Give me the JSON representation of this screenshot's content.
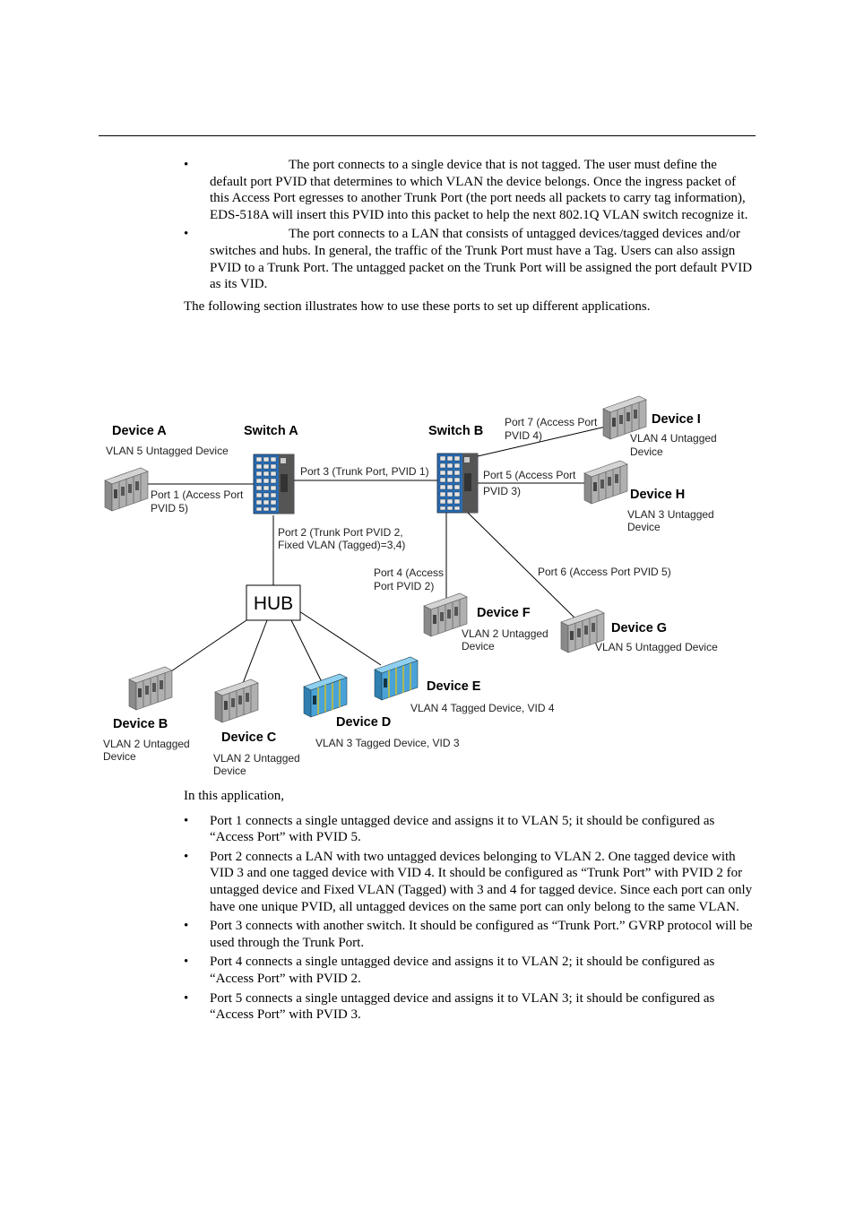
{
  "intro_bullets": [
    {
      "term": "",
      "text": "The port connects to a single device that is not tagged. The user must define the default port PVID that determines to which VLAN the device belongs. Once the ingress packet of this Access Port egresses to another Trunk Port (the port needs all packets to carry tag information), EDS-518A will insert this PVID into this packet to help the next 802.1Q VLAN switch recognize it."
    },
    {
      "term": "",
      "text": "The port connects to a LAN that consists of untagged devices/tagged devices and/or switches and hubs. In general, the traffic of the Trunk Port must have a Tag. Users can also assign PVID to a Trunk Port. The untagged packet on the Trunk Port will be assigned the port default PVID as its VID."
    }
  ],
  "intro_paragraph": "The following section illustrates how to use these ports to set up different applications.",
  "diagram": {
    "switch_a": "Switch A",
    "switch_b": "Switch B",
    "hub": "HUB",
    "devices": {
      "a": {
        "name": "Device A",
        "desc": "VLAN 5 Untagged Device"
      },
      "b": {
        "name": "Device B",
        "desc1": "VLAN 2 Untagged",
        "desc2": "Device"
      },
      "c": {
        "name": "Device C",
        "desc1": "VLAN 2 Untagged",
        "desc2": "Device"
      },
      "d": {
        "name": "Device D",
        "desc": "VLAN 3 Tagged Device, VID 3"
      },
      "e": {
        "name": "Device E",
        "desc": "VLAN 4 Tagged Device, VID 4"
      },
      "f": {
        "name": "Device F",
        "desc1": "VLAN 2 Untagged",
        "desc2": "Device"
      },
      "g": {
        "name": "Device G",
        "desc": "VLAN 5 Untagged Device"
      },
      "h": {
        "name": "Device H",
        "desc1": "VLAN 3 Untagged",
        "desc2": "Device"
      },
      "i": {
        "name": "Device I",
        "desc1": "VLAN 4 Untagged",
        "desc2": "Device"
      }
    },
    "ports": {
      "p1": [
        "Port 1 (Access Port",
        "PVID 5)"
      ],
      "p2": [
        "Port 2 (Trunk Port PVID 2,",
        "Fixed VLAN (Tagged)=3,4)"
      ],
      "p3": [
        "Port 3 (Trunk Port, PVID 1)"
      ],
      "p4": [
        "Port 4 (Access",
        "Port PVID 2)"
      ],
      "p5": [
        "Port 5 (Access Port",
        "PVID 3)"
      ],
      "p6": [
        "Port 6 (Access Port PVID 5)"
      ],
      "p7": [
        "Port 7 (Access Port",
        "PVID 4)"
      ]
    }
  },
  "application_intro": "In this application,",
  "application_bullets": [
    "Port 1 connects a single untagged device and assigns it to VLAN 5; it should be configured as “Access Port” with PVID 5.",
    "Port 2 connects a LAN with two untagged devices belonging to VLAN 2. One tagged device with VID 3 and one tagged device with VID 4. It should be configured as “Trunk Port” with PVID 2 for untagged device and Fixed VLAN (Tagged) with 3 and 4 for tagged device. Since each port can only have one unique PVID, all untagged devices on the same port can only belong to the same VLAN.",
    "Port 3 connects with another switch. It should be configured as “Trunk Port.” GVRP protocol will be used through the Trunk Port.",
    "Port 4 connects a single untagged device and assigns it to VLAN 2; it should be configured as “Access Port” with PVID 2.",
    "Port 5 connects a single untagged device and assigns it to VLAN 3; it should be configured as “Access Port” with PVID 3."
  ],
  "bullet_glyph": "•",
  "colors": {
    "device_gray": "#a8a8a8",
    "device_blue": "#4aa3d8",
    "switch_blue": "#2a6db5"
  }
}
